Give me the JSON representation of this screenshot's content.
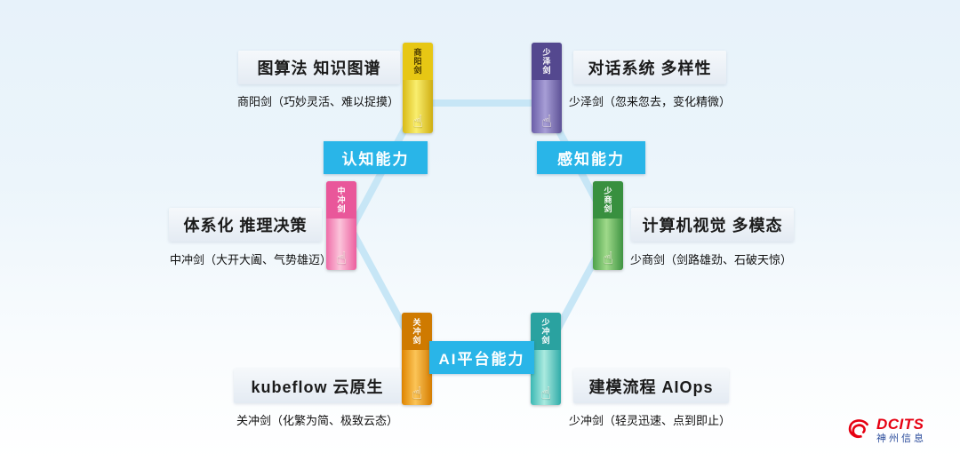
{
  "capabilities": {
    "cognitive": "认知能力",
    "perception": "感知能力",
    "platform": "AI平台能力"
  },
  "items": {
    "graph_kg": {
      "title": "图算法 知识图谱",
      "desc": "商阳剑（巧妙灵活、难以捉摸）",
      "sword": "商阳剑",
      "color": "#f0d93c"
    },
    "dialog": {
      "title": "对话系统 多样性",
      "desc": "少泽剑（忽来忽去，变化精微）",
      "sword": "少泽剑",
      "color": "#7d72b8"
    },
    "reasoning": {
      "title": "体系化 推理决策",
      "desc": "中冲剑（大开大阖、气势雄迈）",
      "sword": "中冲剑",
      "color": "#f48cbb"
    },
    "vision": {
      "title": "计算机视觉 多模态",
      "desc": "少商剑（剑路雄劲、石破天惊）",
      "sword": "少商剑",
      "color": "#6cc066"
    },
    "cloud": {
      "title": "kubeflow 云原生",
      "desc": "关冲剑（化繁为简、极致云态）",
      "sword": "关冲剑",
      "color": "#f0a01f"
    },
    "aiops": {
      "title": "建模流程 AIOps",
      "desc": "少冲剑（轻灵迅速、点到即止）",
      "sword": "少冲剑",
      "color": "#63d2cb"
    }
  },
  "hand_icon": "☝",
  "logo": {
    "brand": "DCITS",
    "company": "神州信息"
  },
  "colors": {
    "capability_bg": "#29b5e8",
    "hexagon_line": "#c7e6f6",
    "background_top": "#e7f2fa"
  }
}
